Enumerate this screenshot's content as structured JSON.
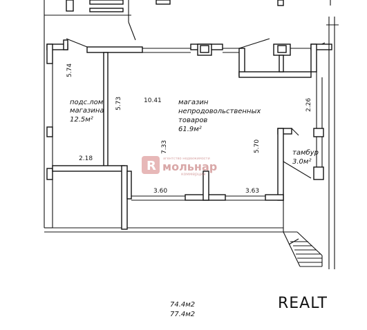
{
  "rooms": {
    "storage": {
      "line1": "подс.лом",
      "line2": "магазина",
      "area": "12.5м²"
    },
    "shop": {
      "line1": "магазин",
      "line2": "непродовольственных",
      "line3": "товаров",
      "area": "61.9м²"
    },
    "vestibule": {
      "name": "тамбур",
      "area": "3.0м²"
    }
  },
  "dimensions": {
    "d574": "5.74",
    "d573": "5.73",
    "d1041": "10.41",
    "d226": "2.26",
    "d733": "7.33",
    "d570": "5.70",
    "d218": "2.18",
    "d360": "3.60",
    "d363": "3.63"
  },
  "totals": {
    "line1": "74.4м2",
    "line2": "77.4м2"
  },
  "watermark": {
    "brand": "мольнар",
    "tagline_top": "агентство недвижимости",
    "tagline_bottom": "коммерция",
    "realt": "REALT"
  },
  "colors": {
    "lines": "#111111",
    "watermark": "#d9a8a8",
    "realt": "#c8c8c8"
  }
}
